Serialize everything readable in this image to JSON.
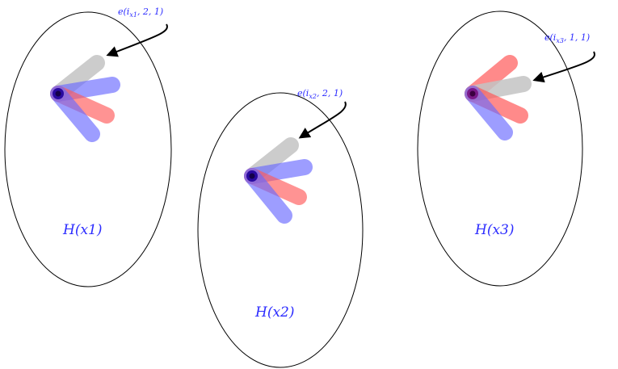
{
  "colors": {
    "outline": "#000000",
    "label": "#2b2bff",
    "grey_edge": "#c4c4c4",
    "blue_edge": "#7b7bff",
    "red_edge": "#ff7b7b",
    "vertex_dark": "#2a0aa0",
    "vertex_purple": "#7a1a8a"
  },
  "hyperedges": [
    {
      "label": "H(x1)",
      "edge_label": "e(i_{x1}, 2, 1)",
      "edge_label_main": "e(i",
      "edge_label_sub": "x1",
      "edge_label_rest": ", 2, 1)"
    },
    {
      "label": "H(x2)",
      "edge_label": "e(i_{x2}, 2, 1)",
      "edge_label_main": "e(i",
      "edge_label_sub": "x2",
      "edge_label_rest": ", 2, 1)"
    },
    {
      "label": "H(x3)",
      "edge_label": "e(i_{x3}, 1, 1)",
      "edge_label_main": "e(i",
      "edge_label_sub": "x3",
      "edge_label_rest": ", 1, 1)"
    }
  ]
}
